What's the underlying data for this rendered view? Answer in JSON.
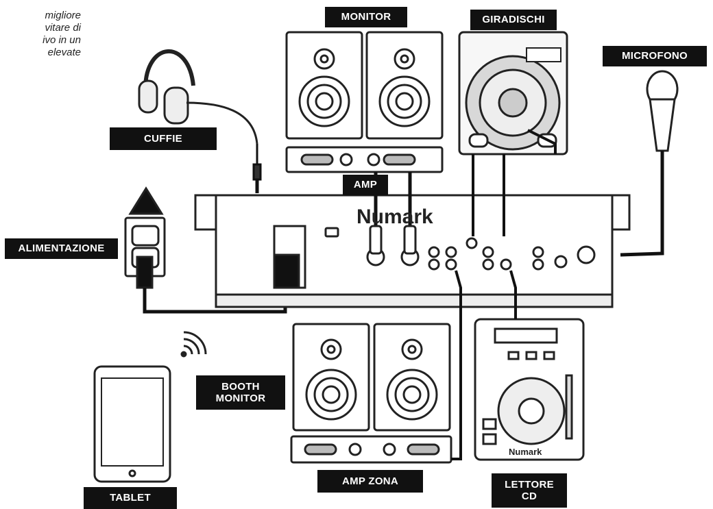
{
  "note_lines": [
    "migliore",
    "vitare    di",
    "ivo  in  un",
    "elevate"
  ],
  "labels": {
    "monitor": "MONITOR",
    "giradischi": "GIRADISCHI",
    "microfono": "MICROFONO",
    "cuffie": "CUFFIE",
    "amp": "AMP",
    "alimentazione": "ALIMENTAZIONE",
    "booth_monitor": "BOOTH\nMONITOR",
    "amp_zona": "AMP ZONA",
    "tablet": "TABLET",
    "lettore_cd": "LETTORE\nCD"
  },
  "brand": {
    "mixer": "Numark",
    "cd_player": "Numark"
  },
  "colors": {
    "label_bg": "#111111",
    "label_text": "#ffffff",
    "line": "#111111",
    "outline": "#222222"
  }
}
